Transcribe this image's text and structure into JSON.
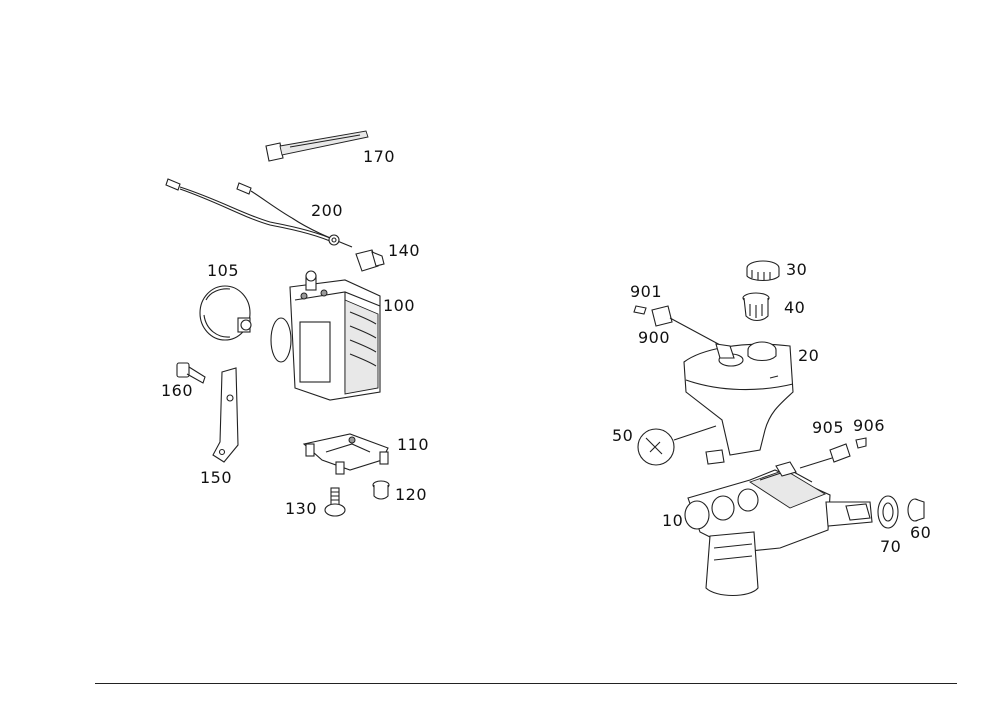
{
  "labels": {
    "p170": "170",
    "p200": "200",
    "p140": "140",
    "p105": "105",
    "p100": "100",
    "p160": "160",
    "p150": "150",
    "p110": "110",
    "p120": "120",
    "p130": "130",
    "p30": "30",
    "p40": "40",
    "p901": "901",
    "p900": "900",
    "p20": "20",
    "p50": "50",
    "p905": "905",
    "p906": "906",
    "p10": "10",
    "p70": "70",
    "p60": "60"
  }
}
